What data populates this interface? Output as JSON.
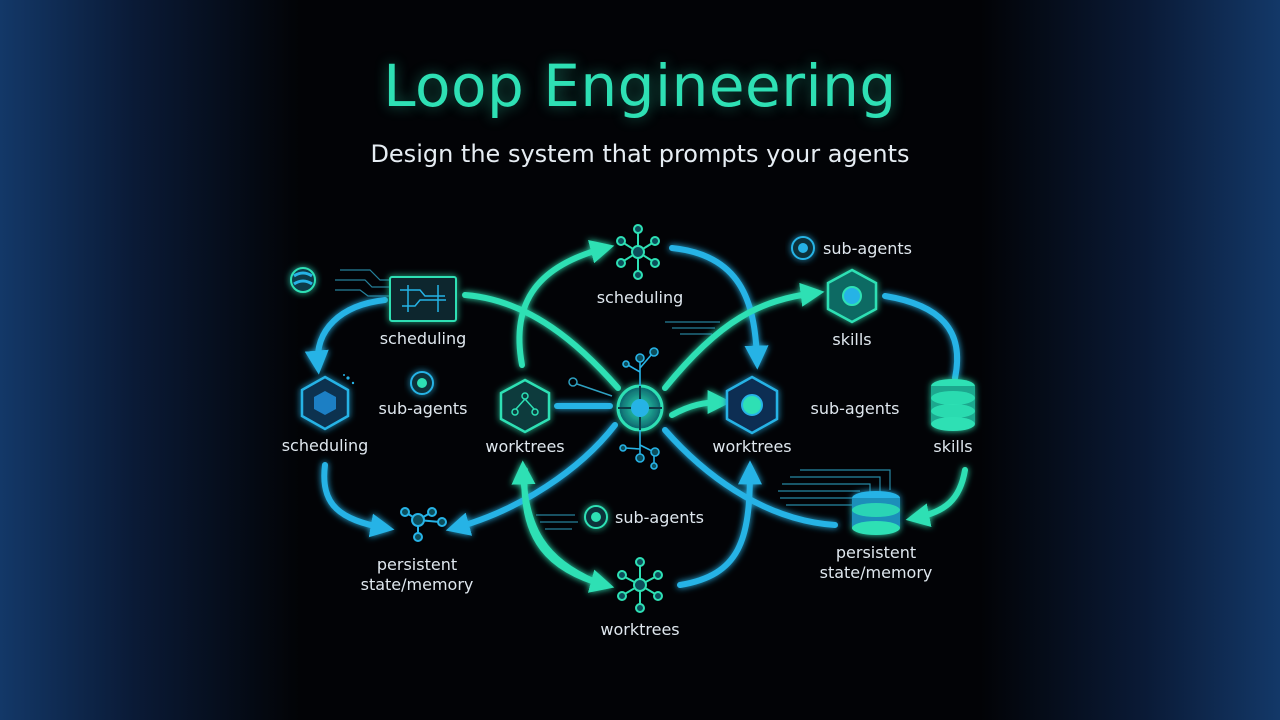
{
  "header": {
    "title": "Loop Engineering",
    "subtitle": "Design the system that prompts your agents"
  },
  "labels": {
    "top_left_box": "scheduling",
    "left_hex": "scheduling",
    "top_center": "scheduling",
    "left_subagents": "sub-agents",
    "left_memory_line1": "persistent",
    "left_memory_line2": "state/memory",
    "center_left_worktrees": "worktrees",
    "bottom_subagents": "sub-agents",
    "bottom_worktrees": "worktrees",
    "center_right_worktrees": "worktrees",
    "right_subagents": "sub-agents",
    "top_right_subagents": "sub-agents",
    "right_skills_hex": "skills",
    "right_skills_db": "skills",
    "right_memory_line1": "persistent",
    "right_memory_line2": "state/memory"
  },
  "colors": {
    "background": "#020306",
    "accent_green": "#2ee0b4",
    "accent_blue": "#27b3e6",
    "text": "#dfe7ee"
  },
  "icons": [
    "loop-logo-icon",
    "circuit-board-icon",
    "hexagon-cube-icon",
    "network-node-icon",
    "hexagon-network-icon",
    "central-hub-icon",
    "hexagon-orb-icon",
    "database-stack-icon",
    "dot-icon"
  ]
}
